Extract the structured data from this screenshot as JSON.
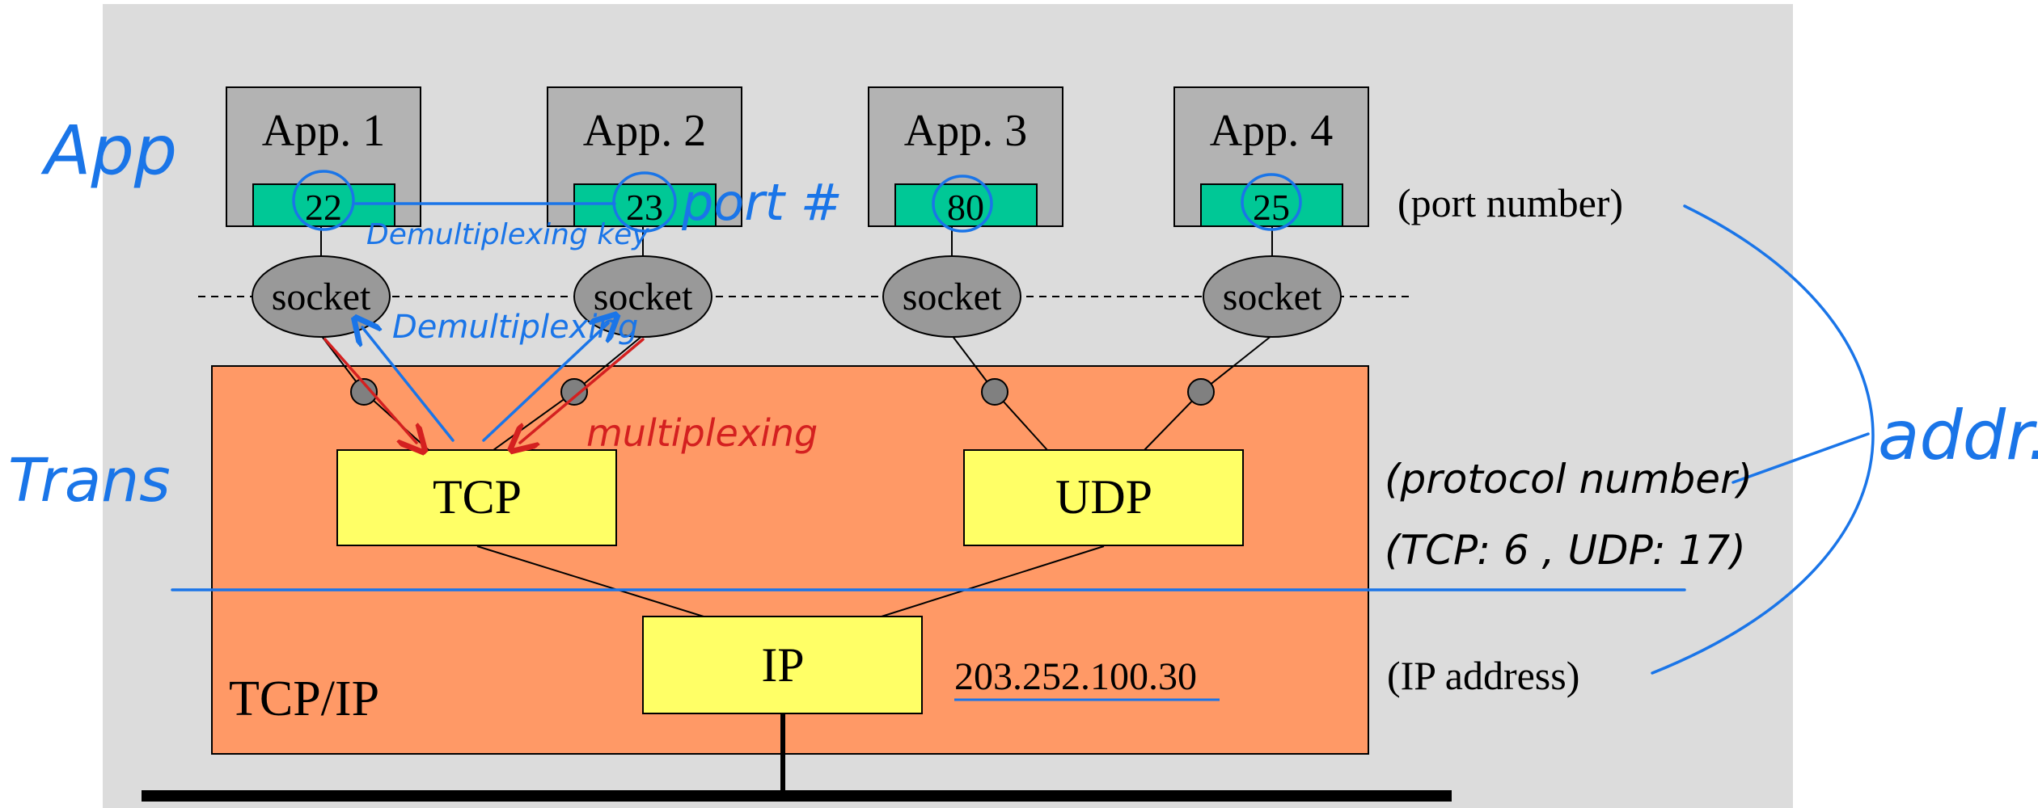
{
  "apps": [
    {
      "name": "App. 1",
      "port": "22"
    },
    {
      "name": "App. 2",
      "port": "23"
    },
    {
      "name": "App. 3",
      "port": "80"
    },
    {
      "name": "App. 4",
      "port": "25"
    }
  ],
  "socket_label": "socket",
  "protocols": {
    "tcp": "TCP",
    "udp": "UDP",
    "ip": "IP"
  },
  "stack_label": "TCP/IP",
  "ip_address": "203.252.100.30",
  "right_labels": {
    "port": "(port number)",
    "protocol": "(protocol number)",
    "protocol_values": "(TCP: 6 , UDP: 17)",
    "ip": "(IP address)"
  },
  "handwritten": {
    "app": "App",
    "trans": "Trans",
    "port_hash": "port #",
    "demux_key": "Demultiplexing key",
    "demux": "Demultiplexing",
    "mux": "multiplexing",
    "addr": "addr."
  },
  "colors": {
    "background_panel": "#dcdcdc",
    "app_box": "#b3b3b3",
    "port_box": "#00c896",
    "socket": "#999999",
    "stack": "#ff9966",
    "protocol_box": "#ffff66",
    "annotation_blue": "#1a75e8",
    "annotation_red": "#d42020"
  }
}
